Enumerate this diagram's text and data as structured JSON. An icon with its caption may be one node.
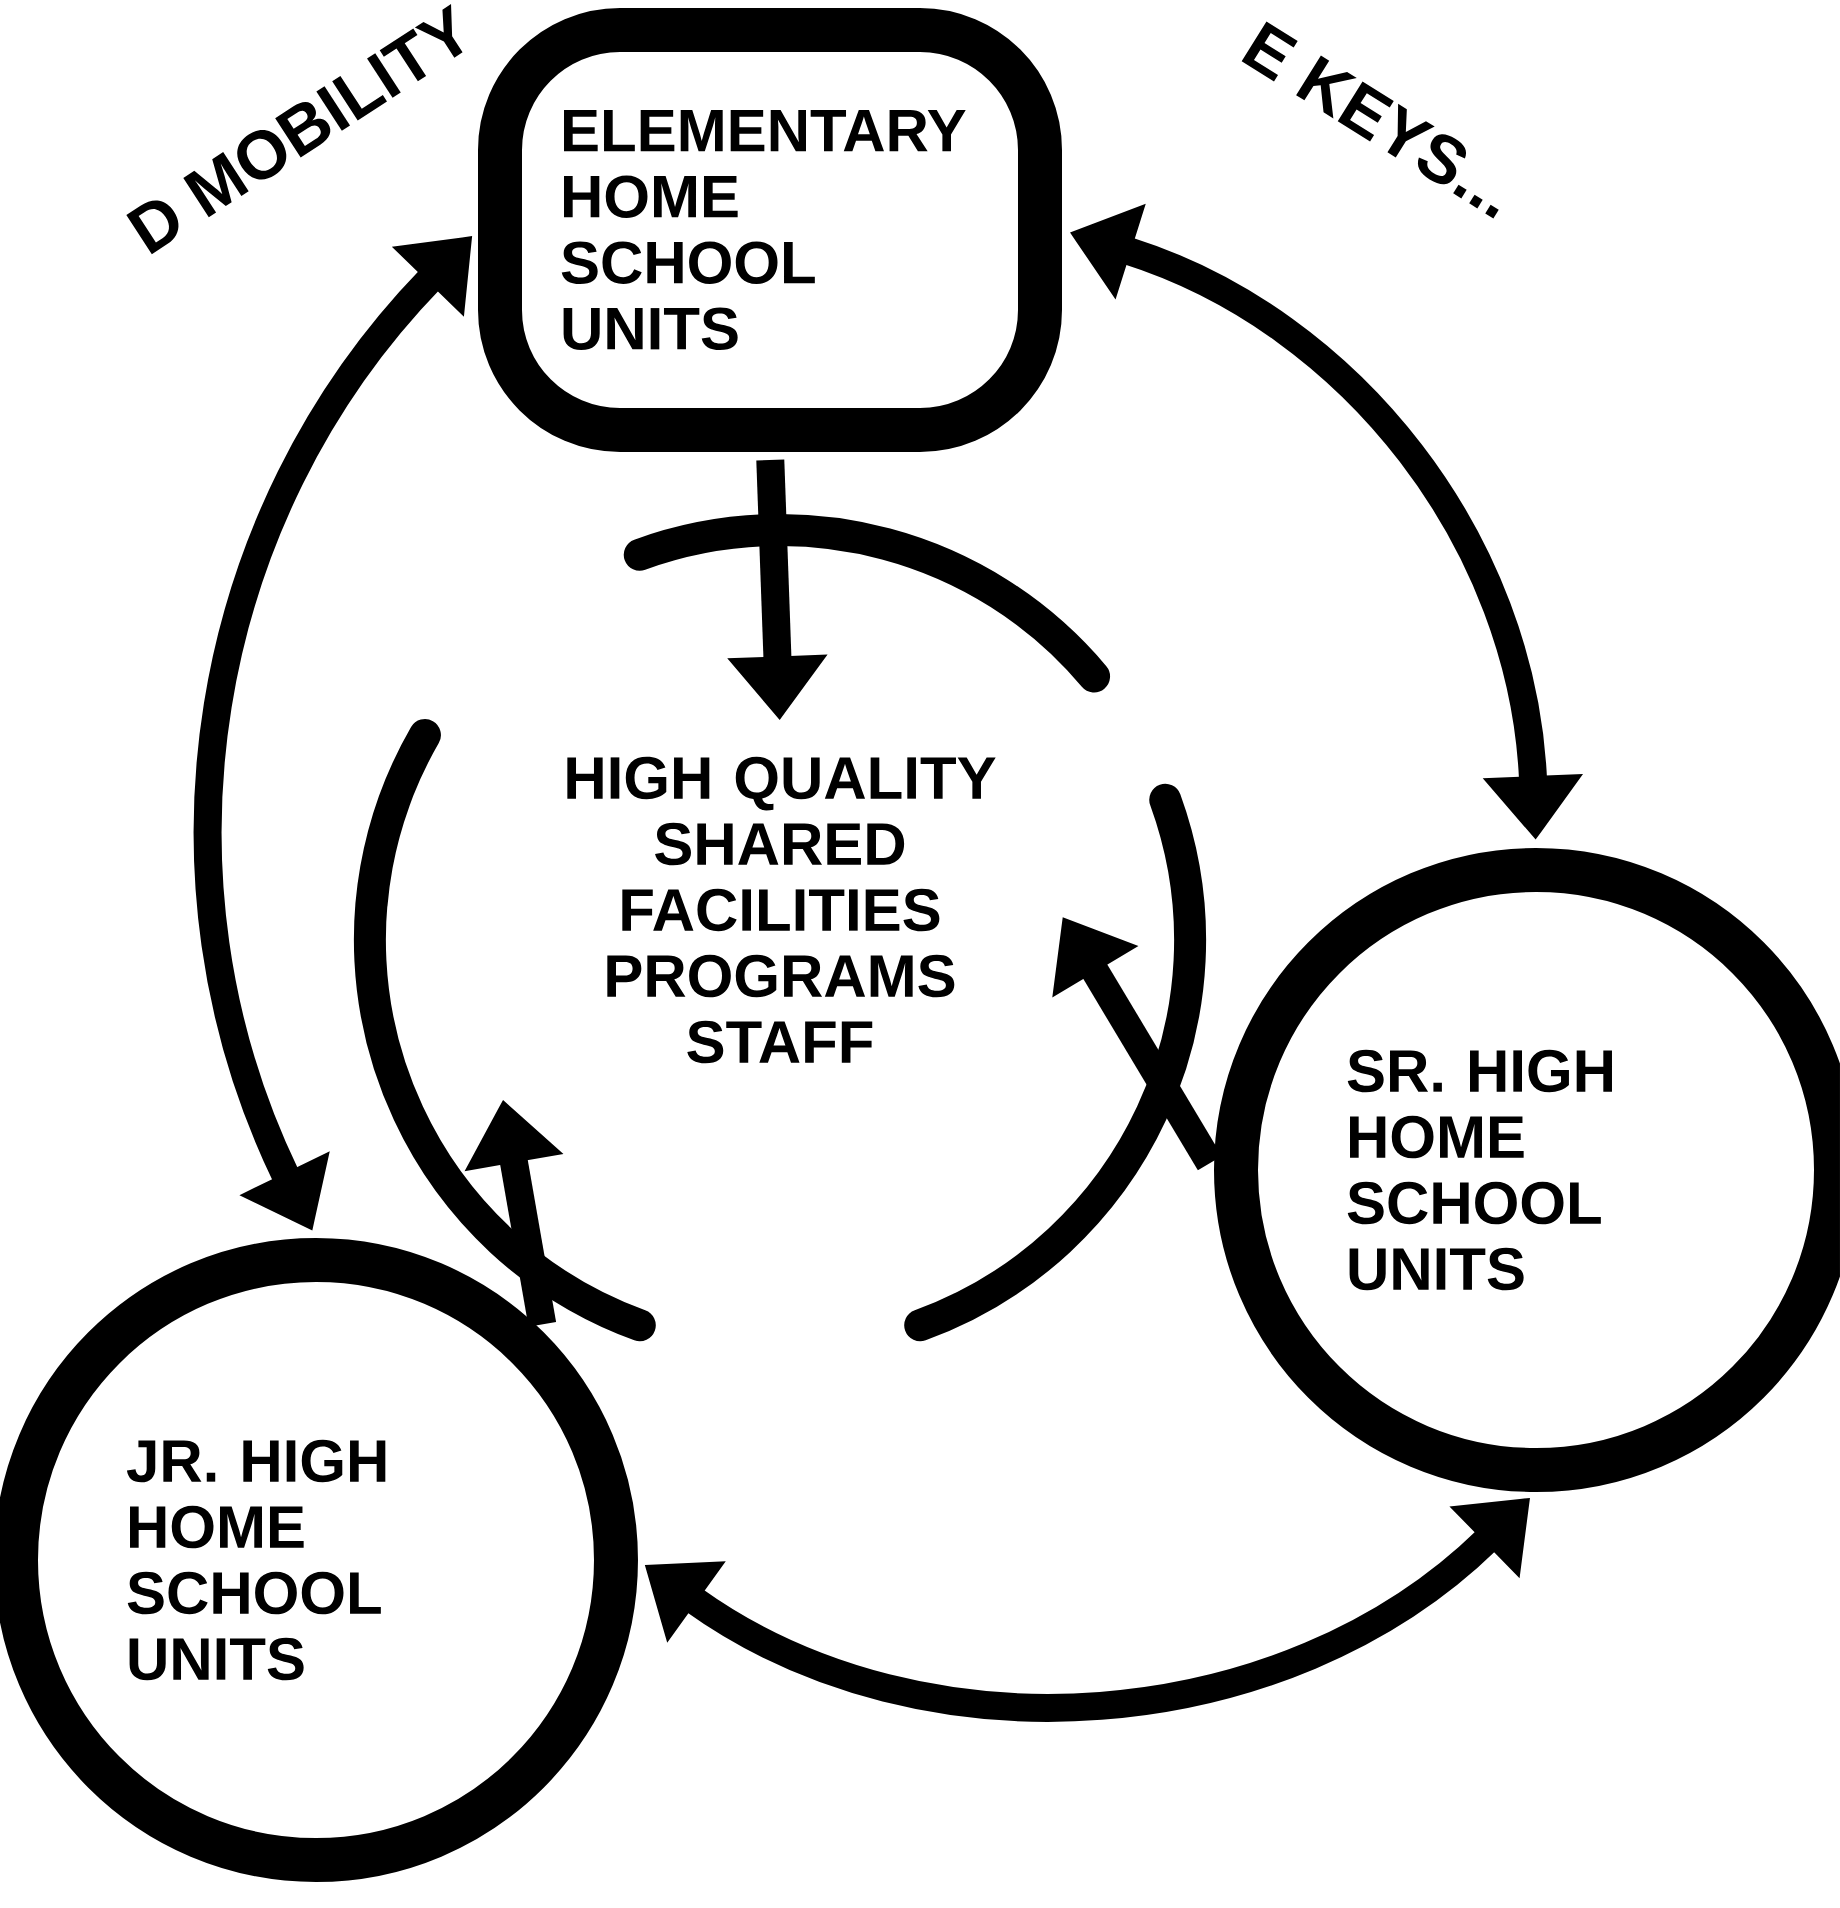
{
  "diagram": {
    "nodes": [
      {
        "text": [
          "ELEMENTARY HOME SCHOOL UNITS"
        ]
      },
      {
        "text": [
          "HIGH QUALITY SHARED FACILITIES PROGRAMS STAFF"
        ]
      },
      {
        "text": [
          "SR. HIGH HOME SCHOOL UNITS"
        ]
      },
      {
        "text": [
          "JR. HIGH HOME SCHOOL UNITS"
        ]
      }
    ],
    "edges": [
      {
        "from": 0,
        "to": 2,
        "arrow": "both"
      },
      {
        "from": 0,
        "to": 3,
        "arrow": "both"
      },
      {
        "from": 3,
        "to": 2,
        "arrow": "both"
      },
      {
        "from": 0,
        "to": 1,
        "arrow": "to"
      },
      {
        "from": 3,
        "to": 1,
        "arrow": "to"
      },
      {
        "from": 2,
        "to": 1,
        "arrow": "to"
      }
    ],
    "labels": [
      "D MOBILITY",
      "E KEYS..."
    ]
  }
}
